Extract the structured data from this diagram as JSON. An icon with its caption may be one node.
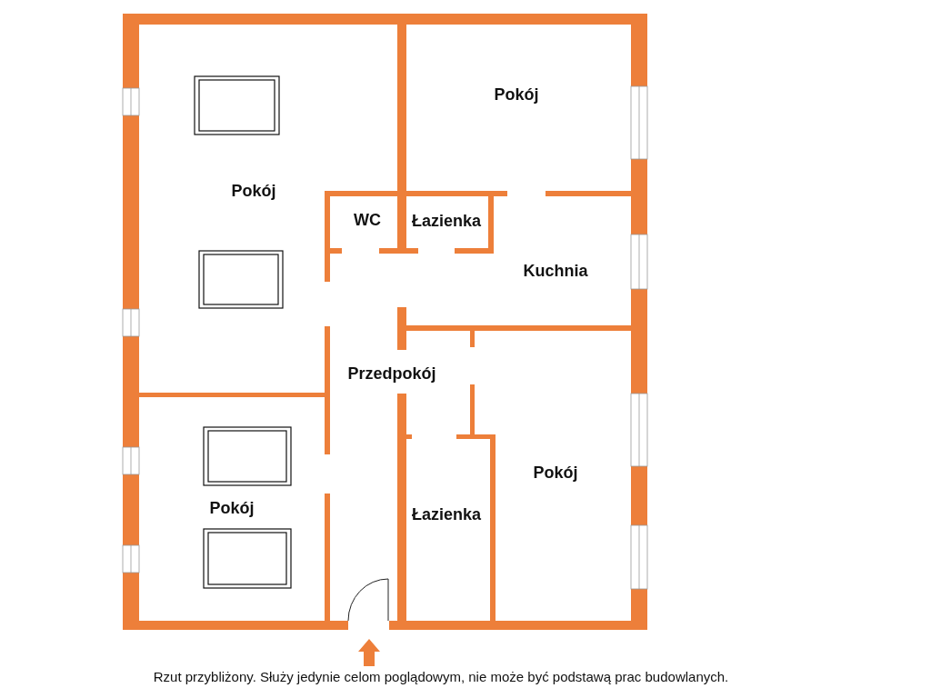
{
  "diagram": {
    "caption": "Rzut przybliżony. Służy jedynie celom poglądowym, nie może być podstawą prac budowlanych.",
    "labels": [
      "Pokój",
      "Pokój",
      "WC",
      "Łazienka",
      "Kuchnia",
      "Przedpokój",
      "Pokój",
      "Łazienka",
      "Pokój"
    ]
  }
}
